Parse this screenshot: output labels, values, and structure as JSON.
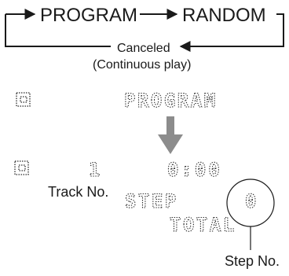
{
  "flow": {
    "program_label": "PROGRAM",
    "random_label": "RANDOM",
    "canceled_label": "Canceled",
    "continuous_label": "(Continuous play)"
  },
  "display_top": {
    "text": "PROGRAM"
  },
  "display_bottom": {
    "track_number": "1",
    "time": "0:00",
    "step_text": "STEP",
    "step_value": "0",
    "total_text": "TOTAL"
  },
  "callouts": {
    "track_no": "Track No.",
    "step_no": "Step No."
  },
  "colors": {
    "arrow_gray": "#8c8c8c",
    "line": "#1a1a1a"
  }
}
